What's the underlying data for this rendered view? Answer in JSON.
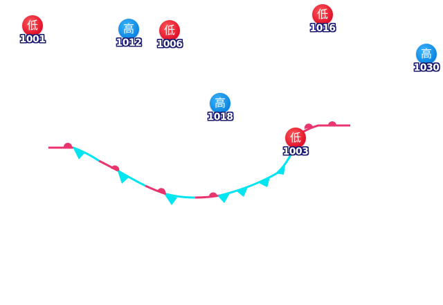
{
  "map": {
    "colors": {
      "low": "#e8182e",
      "high": "#1596ea",
      "warm_front": "#e8356e",
      "cold_front": "#00e5f0",
      "value_outline": "#1a1a6e"
    },
    "pressure_centers": [
      {
        "type": "low",
        "symbol": "低",
        "value": "1001"
      },
      {
        "type": "high",
        "symbol": "高",
        "value": "1012"
      },
      {
        "type": "low",
        "symbol": "低",
        "value": "1006"
      },
      {
        "type": "low",
        "symbol": "低",
        "value": "1016"
      },
      {
        "type": "high",
        "symbol": "高",
        "value": "1030"
      },
      {
        "type": "high",
        "symbol": "高",
        "value": "1018"
      },
      {
        "type": "low",
        "symbol": "低",
        "value": "1003"
      }
    ],
    "fronts": [
      {
        "type": "stationary"
      }
    ]
  }
}
